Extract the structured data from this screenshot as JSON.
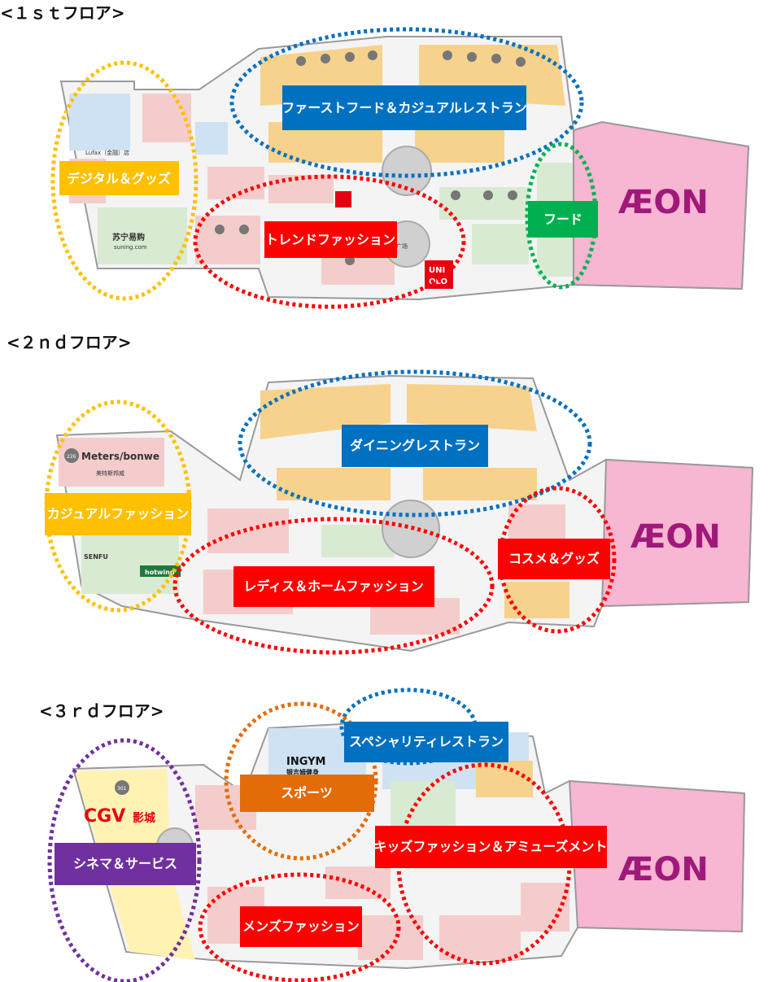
{
  "floors": [
    {
      "heading": "<１ｓｔフロア>",
      "zones": [
        {
          "label": "ファーストフード＆カジュアルレストラン",
          "color": "#0070c0"
        },
        {
          "label": "デジタル＆グッズ",
          "color": "#ffc000"
        },
        {
          "label": "トレンドファッション",
          "color": "#ff0000"
        },
        {
          "label": "フード",
          "color": "#00b050"
        }
      ],
      "logos": {
        "aeon": "ÆON",
        "suning": "苏宁易购",
        "suning_sub": "suning.com",
        "uniqlo_top": "UNI",
        "uniqlo_bottom": "QLO",
        "plaza": "央广场",
        "lufax": "Lufax（金融）店"
      }
    },
    {
      "heading": "<２ｎｄフロア>",
      "zones": [
        {
          "label": "ダイニングレストラン",
          "color": "#0070c0"
        },
        {
          "label": "カジュアルファッション",
          "color": "#ffc000"
        },
        {
          "label": "レディス＆ホームファッション",
          "color": "#ff0000"
        },
        {
          "label": "コスメ＆グッズ",
          "color": "#ff0000"
        }
      ],
      "logos": {
        "aeon": "ÆON",
        "meters": "Meters/bonwe",
        "meters_cn": "美特斯邦威",
        "meters_num": "226",
        "semir": "SENFU",
        "hotwind": "hotwind"
      }
    },
    {
      "heading": "<３ｒｄフロア>",
      "zones": [
        {
          "label": "スペシャリティレストラン",
          "color": "#0070c0"
        },
        {
          "label": "スポーツ",
          "color": "#e36c09"
        },
        {
          "label": "シネマ＆サービス",
          "color": "#7030a0"
        },
        {
          "label": "キッズファッション＆アミューズメント",
          "color": "#ff0000"
        },
        {
          "label": "メンズファッション",
          "color": "#ff0000"
        }
      ],
      "logos": {
        "aeon": "ÆON",
        "cgv": "CGV",
        "cgv_cn": "影城",
        "cgv_num": "301",
        "ingym": "INGYM",
        "ingym_cn": "银吉姆健身"
      }
    }
  ]
}
